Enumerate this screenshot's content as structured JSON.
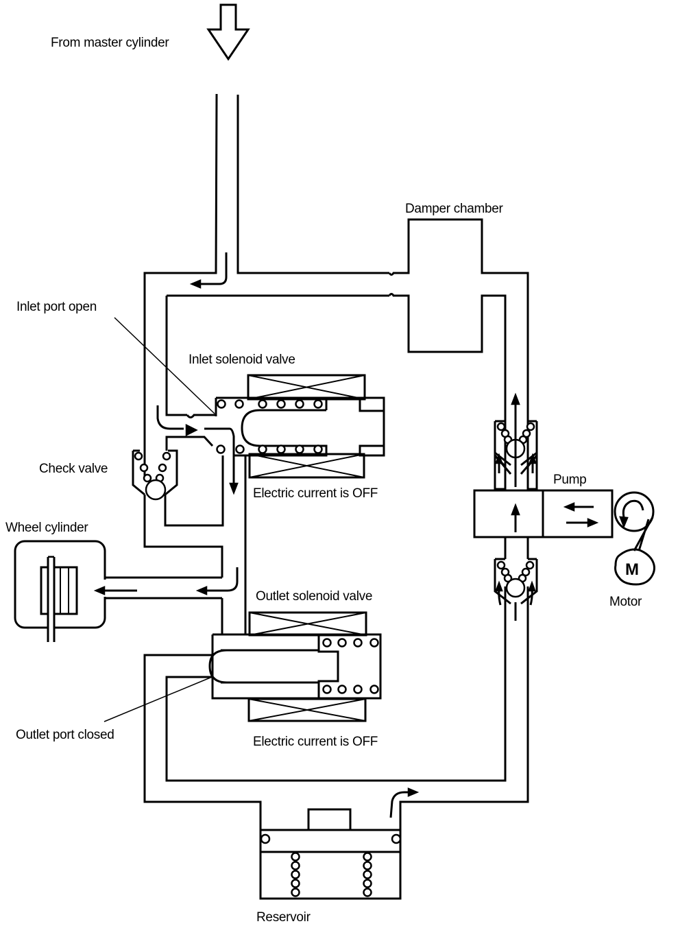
{
  "diagram": {
    "type": "ABS hydraulic circuit (normal braking, valves de-energized)",
    "labels": {
      "from_master_cylinder": "From master cylinder",
      "damper_chamber": "Damper chamber",
      "inlet_port_open": "Inlet port open",
      "inlet_solenoid_valve": "Inlet solenoid valve",
      "check_valve": "Check valve",
      "inlet_current_state": "Electric current is OFF",
      "pump": "Pump",
      "wheel_cylinder": "Wheel cylinder",
      "outlet_solenoid_valve": "Outlet solenoid valve",
      "motor": "Motor",
      "motor_symbol": "M",
      "outlet_port_closed": "Outlet port closed",
      "outlet_current_state": "Electric current is OFF",
      "reservoir": "Reservoir"
    },
    "states": {
      "inlet_port": "open",
      "outlet_port": "closed",
      "inlet_solenoid_current": "OFF",
      "outlet_solenoid_current": "OFF"
    },
    "colors": {
      "line": "#000000",
      "background": "#ffffff"
    }
  }
}
